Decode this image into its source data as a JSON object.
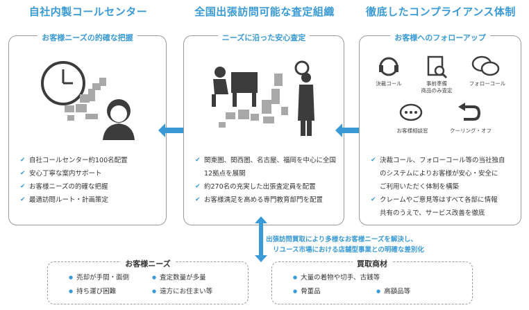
{
  "columns": [
    {
      "title": "自社内製コールセンター",
      "subtitle": "お客様ニーズの的確な把握",
      "bullets": [
        "自社コールセンター約100名配置",
        "安心丁寧な案内サポート",
        "お客様ニーズの的確な把握",
        "最適訪問ルート・計画策定"
      ]
    },
    {
      "title": "全国出張訪問可能な査定組織",
      "subtitle": "ニーズに沿った安心査定",
      "bullets": [
        "関東圏、関西圏、名古屋、福岡を中心に全国",
        "12拠点を展開",
        "約270名の充実した出張査定員を配置",
        "お客様満足を高める専門教育部門を配置"
      ]
    },
    {
      "title": "徹底したコンプライアンス体制",
      "subtitle": "お客様へのフォローアップ",
      "icons": [
        {
          "label": "決裁コール",
          "icon": "headset-icon"
        },
        {
          "label": "事前準備",
          "label2": "商品のみ査定",
          "icon": "checklist-search-icon"
        },
        {
          "label": "フォローコール",
          "icon": "chat-bubbles-icon"
        },
        {
          "label": "お客様相談窓",
          "icon": "speech-bubble-icon"
        },
        {
          "label": "クーリング・オフ",
          "icon": "return-arrow-icon"
        }
      ],
      "bullets": [
        "決裁コール、フォローコール等の当社独自",
        "のシステムによりお客様が安心・安全に",
        "ご利用いただく体制を構築",
        "クレームやご意見等はすべて各部に情報",
        "共有のうえで、サービス改善を徹底"
      ]
    }
  ],
  "note": {
    "line1": "出張訪問買取により多様なお客様ニーズを解決し、",
    "line2": "リユース市場における店舗型事業との明確な差別化"
  },
  "needs": {
    "title": "お客様ニーズ",
    "items": [
      "売却が手間・面倒",
      "査定数量が多量",
      "持ち運び困難",
      "遠方にお住まい等"
    ]
  },
  "products": {
    "title": "買取商材",
    "items": [
      "大量の着物や切手、古銭等",
      "骨董品",
      "高額品等"
    ]
  },
  "colors": {
    "accent": "#3a9ad6",
    "border": "#9a9a9a",
    "figure": "#3c3c3c",
    "map": "#a8a8a8"
  }
}
